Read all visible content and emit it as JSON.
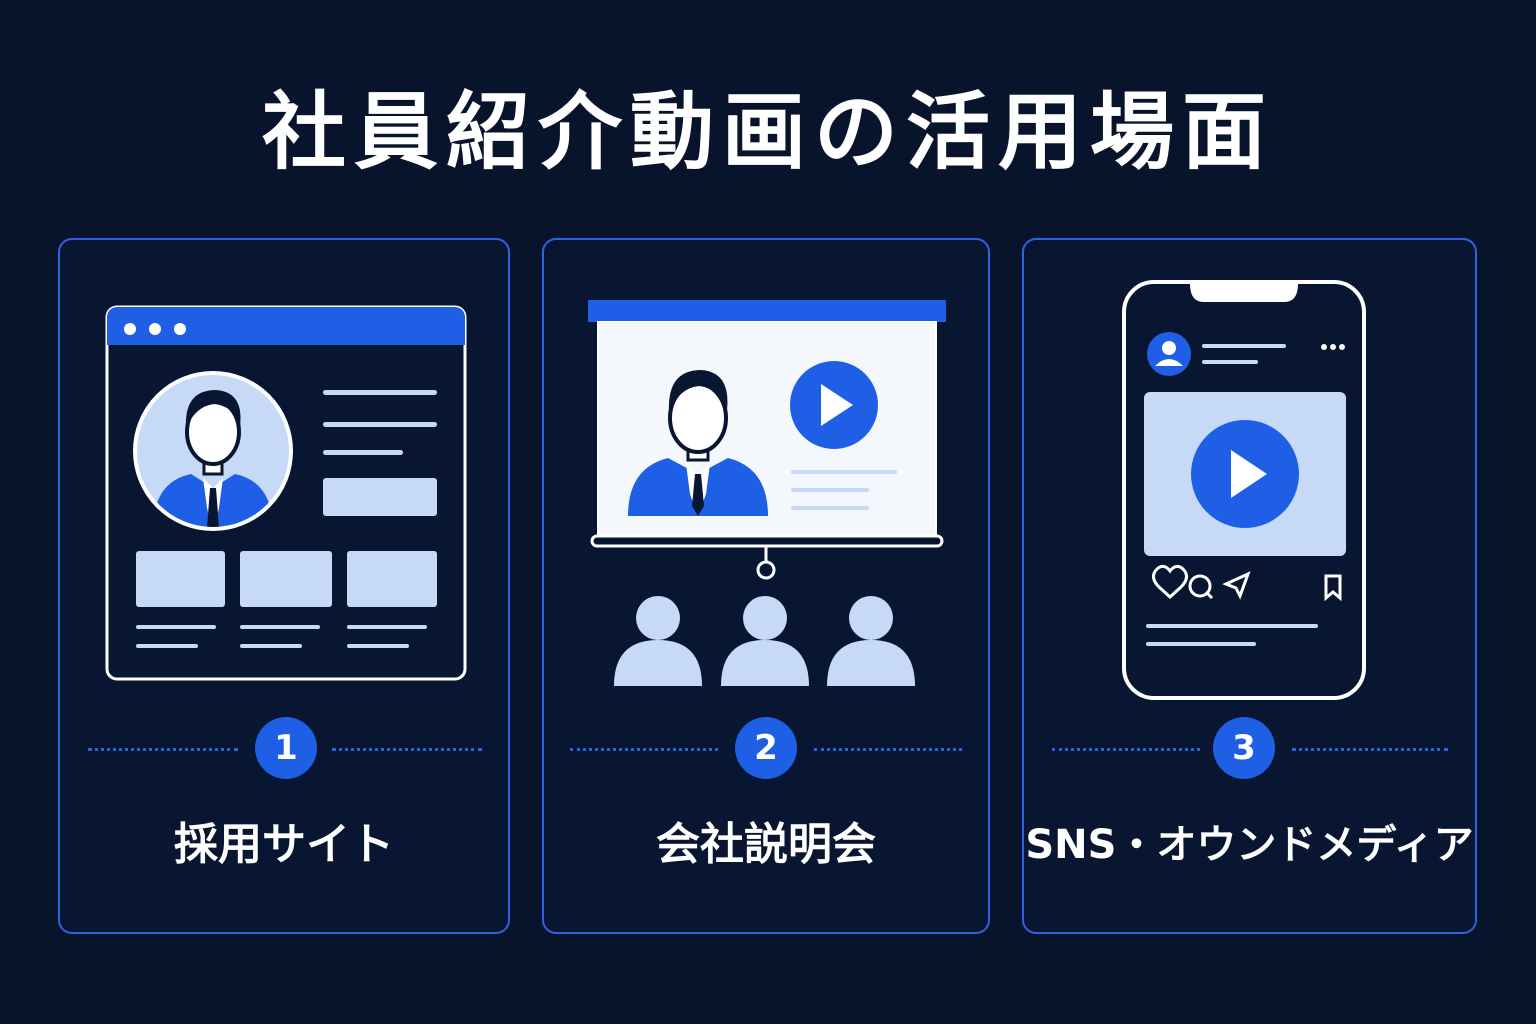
{
  "title": "社員紹介動画の活用場面",
  "cards": [
    {
      "number": "1",
      "label": "採用サイト",
      "icon": "browser-profile-icon"
    },
    {
      "number": "2",
      "label": "会社説明会",
      "icon": "projector-audience-icon"
    },
    {
      "number": "3",
      "label": "SNS・オウンドメディア",
      "icon": "smartphone-video-post-icon"
    }
  ],
  "colors": {
    "background": "#07142b",
    "accent": "#1e5fe6",
    "border": "#2d63e0",
    "light_blue": "#c6d9f7",
    "white": "#ffffff"
  }
}
